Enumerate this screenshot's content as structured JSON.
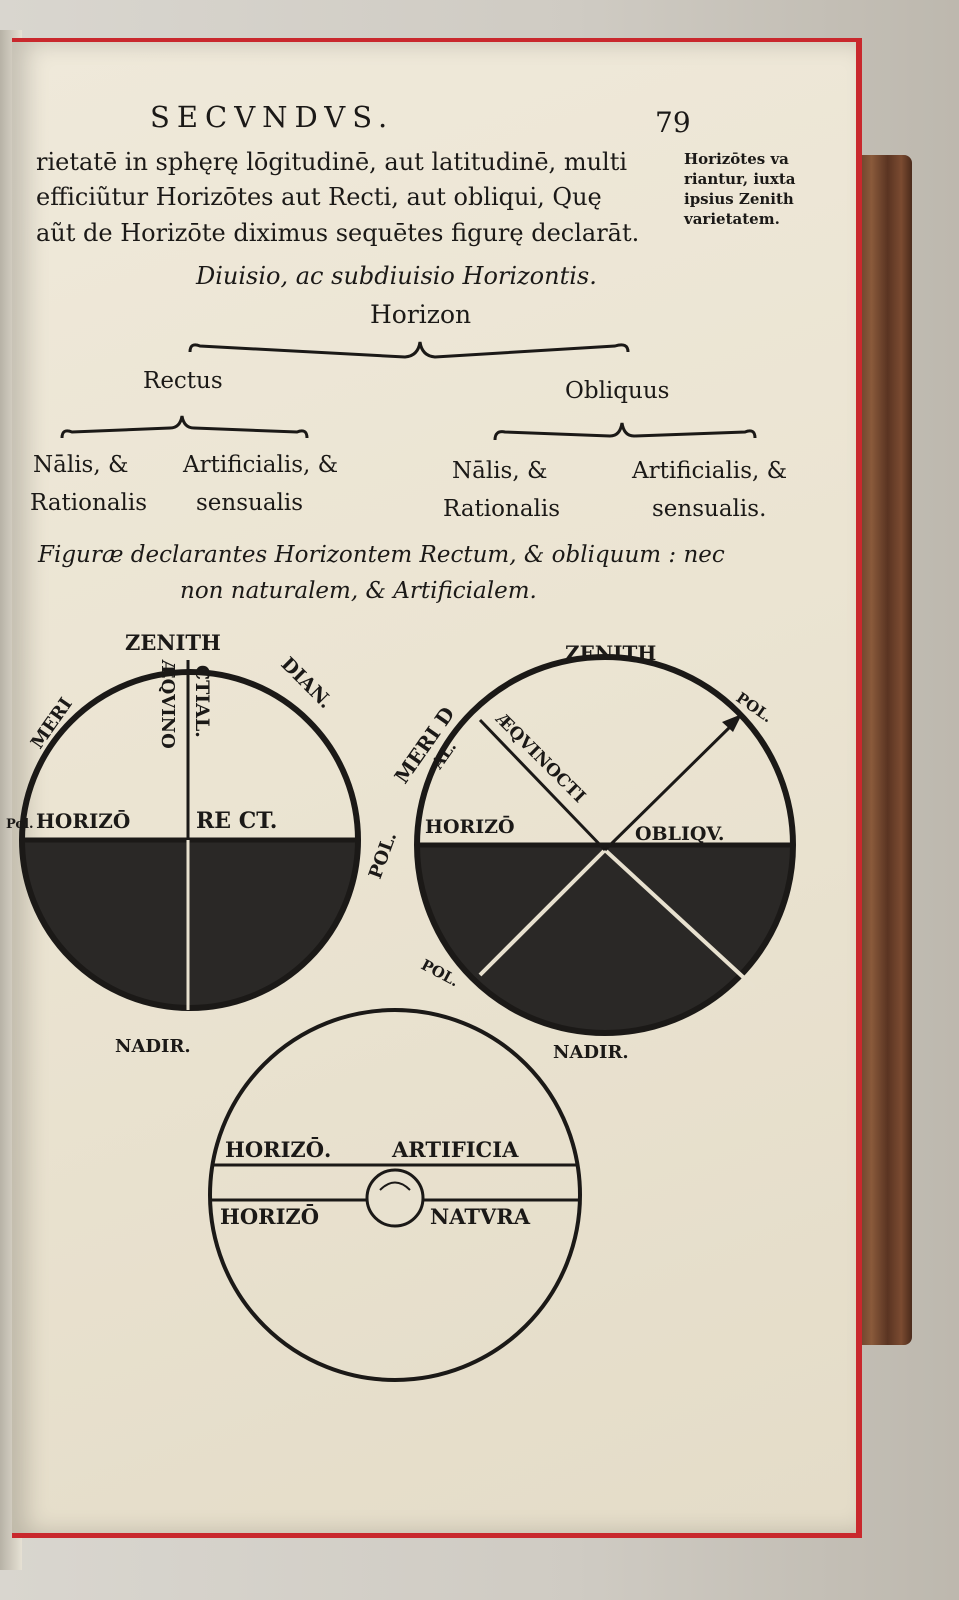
{
  "header": {
    "title": "SECVNDVS.",
    "page_number": "79"
  },
  "body_text": [
    "rietatē in sphęrę lōgitudinē, aut latitudinē, multi",
    "efficiũtur Horizōtes aut Recti, aut obliqui, Quę",
    "aũt de Horizōte diximus sequētes figurę declarāt."
  ],
  "margin_note": [
    "Horizōtes va",
    "riantur, iuxta",
    "ipsius Zenith",
    "varietatem."
  ],
  "division_title": "Diuisio, ac subdiuisio Horizontis.",
  "tree": {
    "root": "Horizon",
    "left": {
      "label": "Rectus",
      "child_a": [
        "Nālis, &",
        "Rationalis"
      ],
      "child_b": [
        "Artificialis, &",
        "sensualis"
      ]
    },
    "right": {
      "label": "Obliquus",
      "child_a": [
        "Nālis, &",
        "Rationalis"
      ],
      "child_b": [
        "Artificialis, &",
        "sensualis."
      ]
    }
  },
  "figure_caption": [
    "Figuræ declarantes Horizontem Rectum, & obliquum : nec",
    "non naturalem, & Artificialem."
  ],
  "diagram_left": {
    "zenith": "ZENITH",
    "meri": "MERI",
    "dian": "DIAN.",
    "aequino": "ÆQVINO",
    "ctial": "CTIAL.",
    "horizo": "HORIZŌ",
    "rect": "RE CT.",
    "nadir": "NADIR.",
    "pol": "Pol."
  },
  "diagram_right": {
    "zenith": "ZENITH",
    "meri": "MERI D",
    "al": "AL.",
    "aequinocti": "ÆQVINOCTI",
    "pol_top": "POL.",
    "pol_left": "POL.",
    "horizo": "HORIZŌ",
    "obliqu": "OBLIQV.",
    "pol_bottom": "POL.",
    "nadir": "NADIR."
  },
  "diagram_bottom": {
    "top_left": "HORIZŌ.",
    "top_right": "ARTIFICIA",
    "bot_left": "HORIZŌ",
    "bot_right": "NATVRA"
  }
}
